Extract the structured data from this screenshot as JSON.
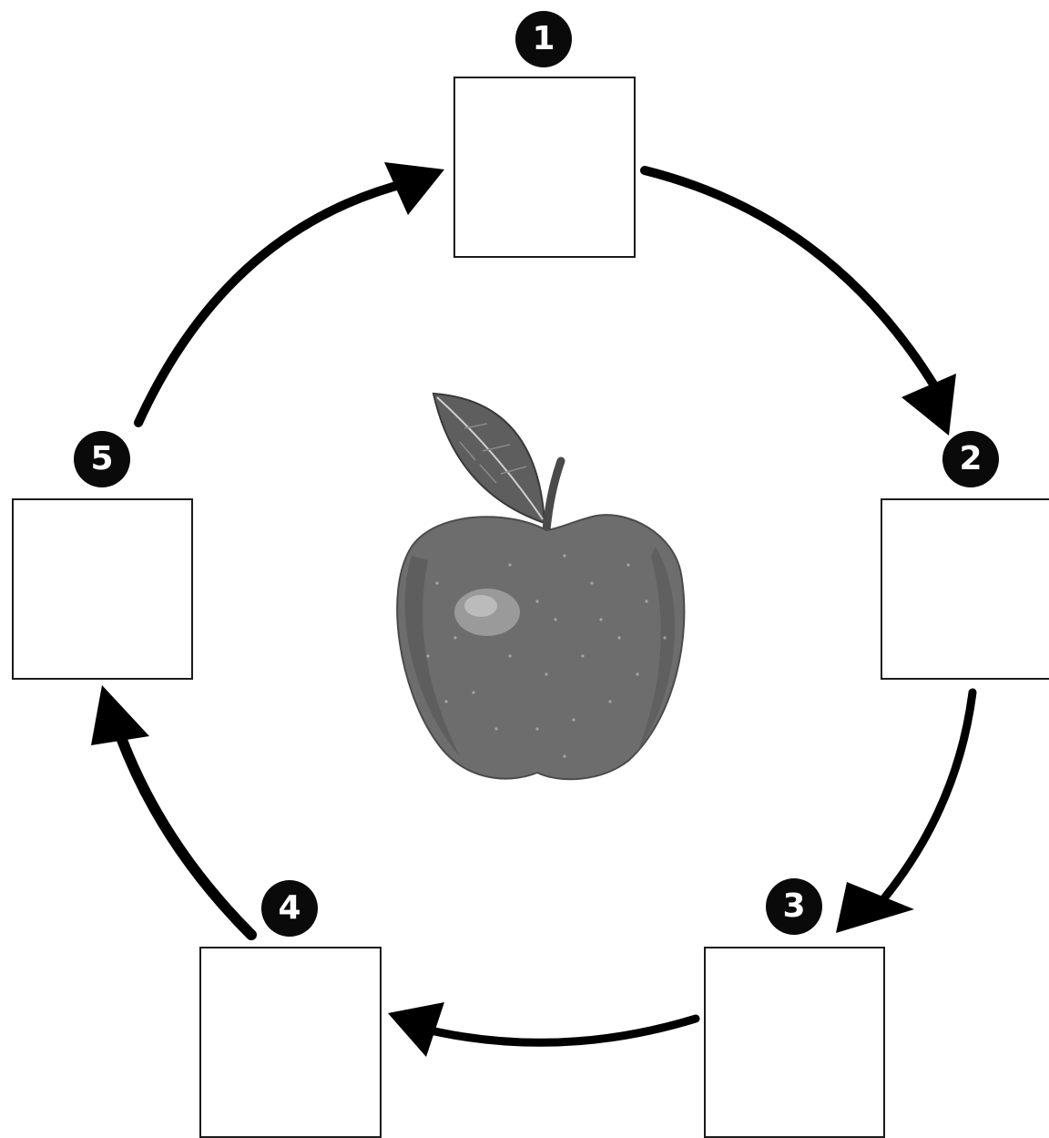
{
  "steps": [
    {
      "number": "1"
    },
    {
      "number": "2"
    },
    {
      "number": "3"
    },
    {
      "number": "4"
    },
    {
      "number": "5"
    }
  ],
  "center_image": "apple",
  "colors": {
    "arrow": "#000000",
    "badge_bg": "#0a0a0a",
    "badge_text": "#ffffff",
    "box_border": "#1a1a1a"
  }
}
